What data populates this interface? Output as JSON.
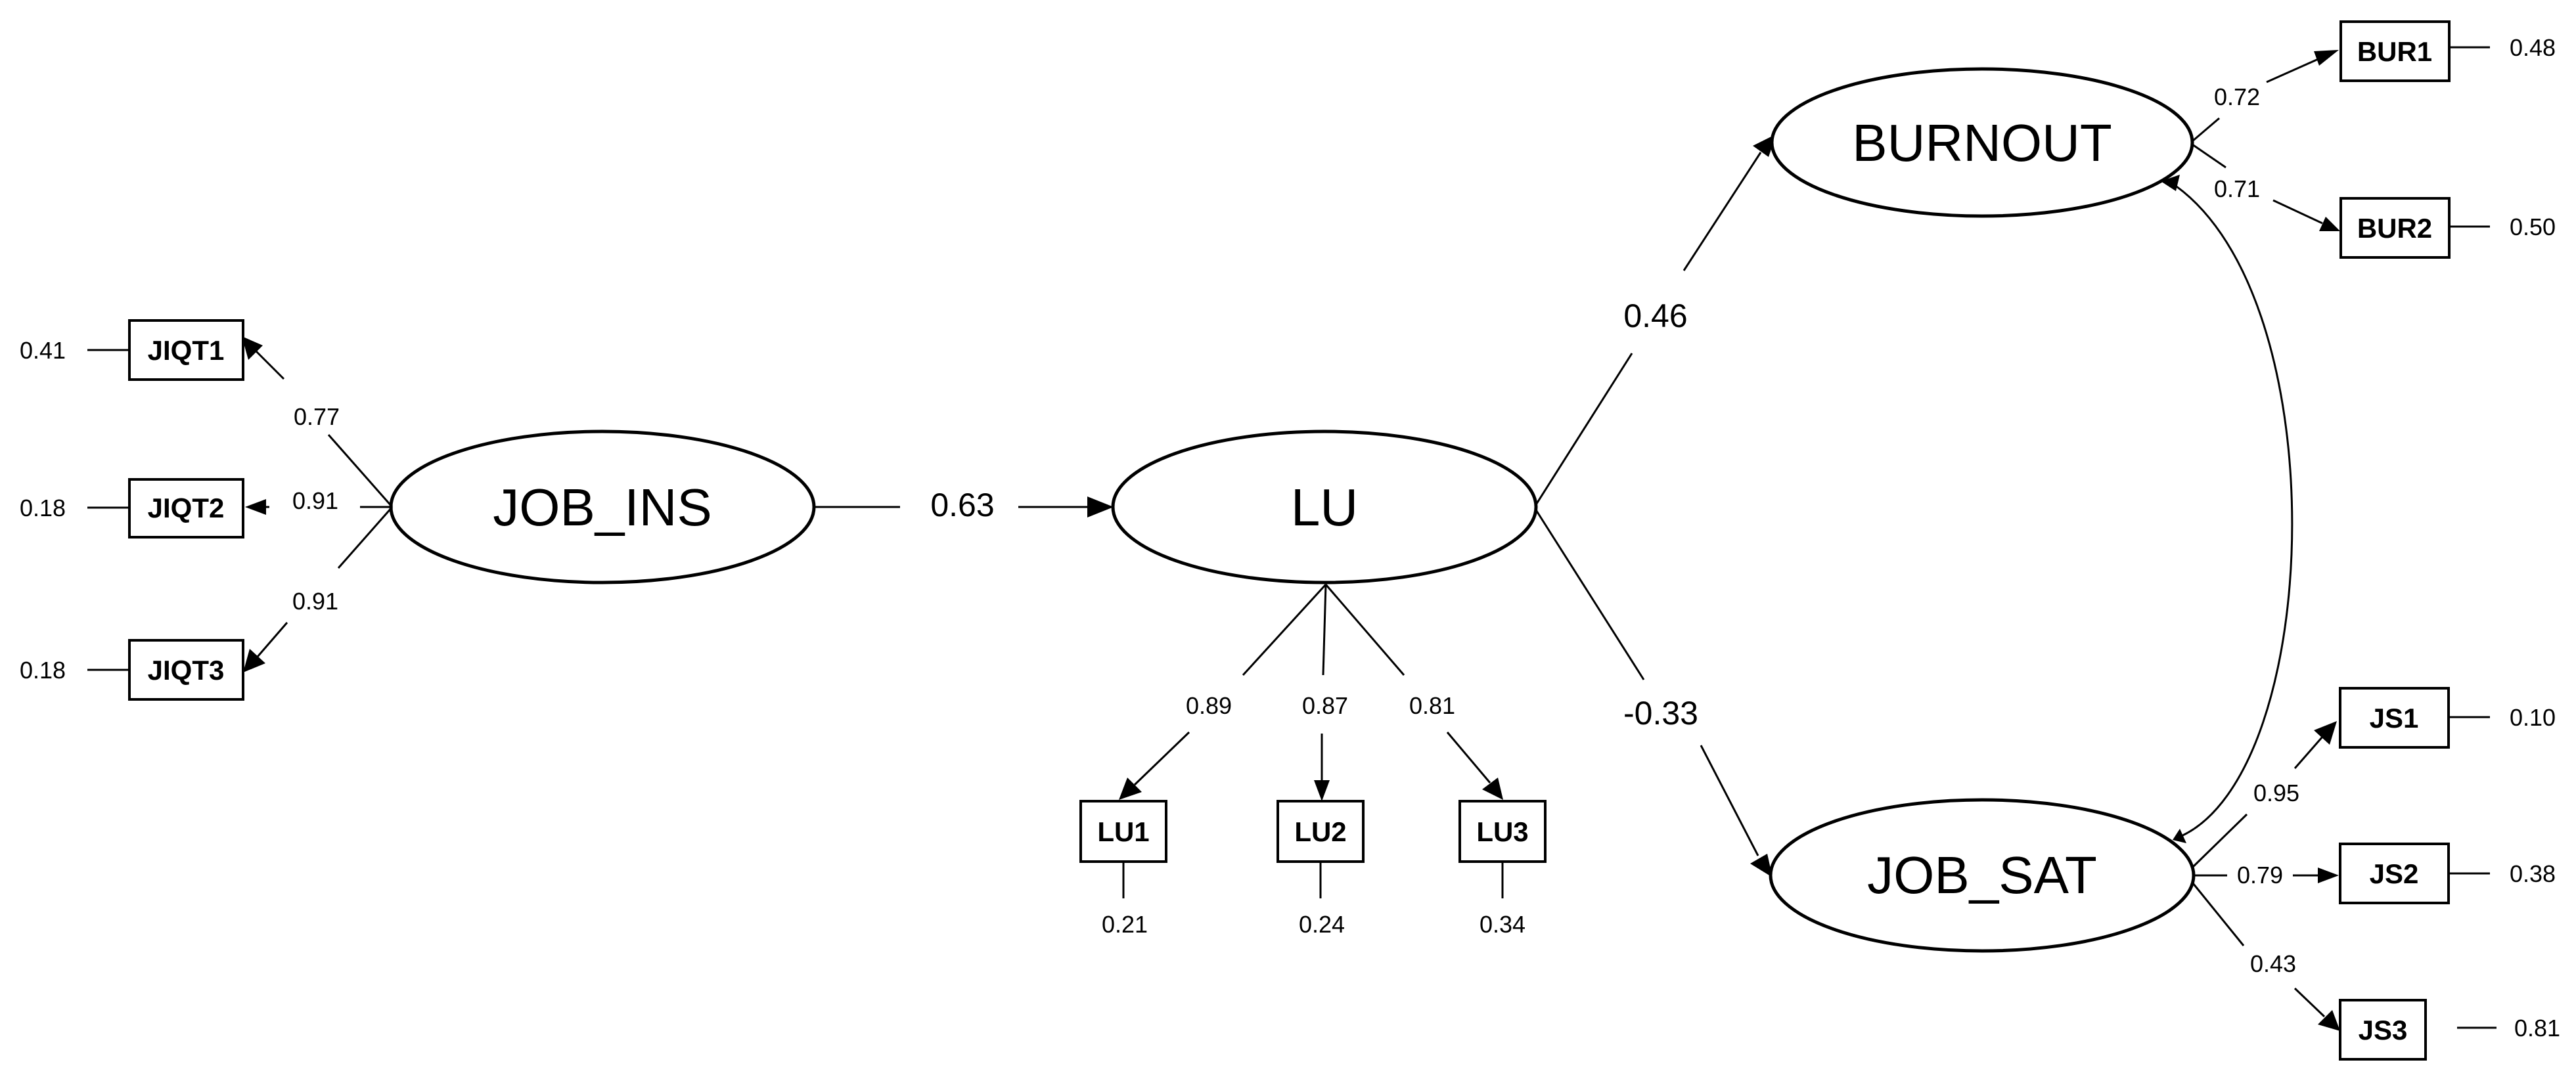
{
  "latents": {
    "job_ins": "JOB_INS",
    "lu": "LU",
    "burnout": "BURNOUT",
    "job_sat": "JOB_SAT"
  },
  "indicators": {
    "jiqt1": {
      "label": "JIQT1",
      "loading": "0.77",
      "error": "0.41"
    },
    "jiqt2": {
      "label": "JIQT2",
      "loading": "0.91",
      "error": "0.18"
    },
    "jiqt3": {
      "label": "JIQT3",
      "loading": "0.91",
      "error": "0.18"
    },
    "lu1": {
      "label": "LU1",
      "loading": "0.89",
      "error": "0.21"
    },
    "lu2": {
      "label": "LU2",
      "loading": "0.87",
      "error": "0.24"
    },
    "lu3": {
      "label": "LU3",
      "loading": "0.81",
      "error": "0.34"
    },
    "bur1": {
      "label": "BUR1",
      "loading": "0.72",
      "error": "0.48"
    },
    "bur2": {
      "label": "BUR2",
      "loading": "0.71",
      "error": "0.50"
    },
    "js1": {
      "label": "JS1",
      "loading": "0.95",
      "error": "0.10"
    },
    "js2": {
      "label": "JS2",
      "loading": "0.79",
      "error": "0.38"
    },
    "js3": {
      "label": "JS3",
      "loading": "0.43",
      "error": "0.81"
    }
  },
  "paths": {
    "job_ins_to_lu": "0.63",
    "lu_to_burnout": "0.46",
    "lu_to_job_sat": "-0.33"
  }
}
